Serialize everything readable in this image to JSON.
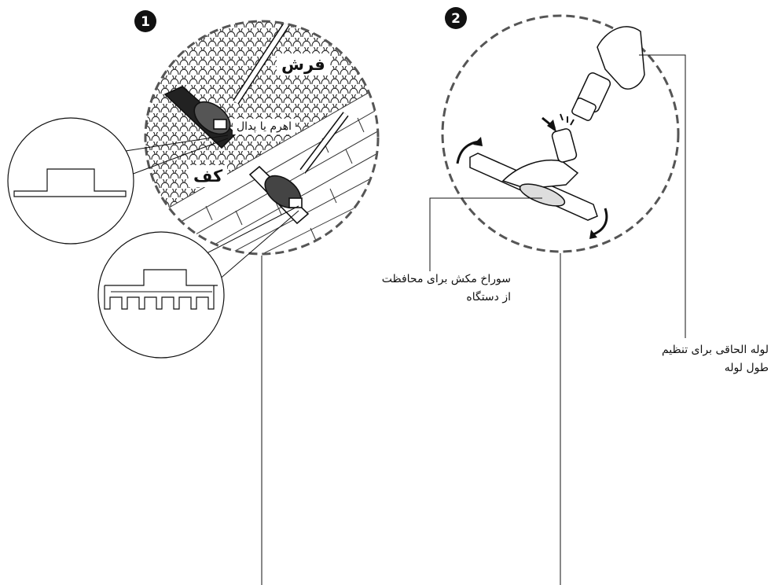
{
  "step1": {
    "number": "1",
    "labels": {
      "carpet": "فرش",
      "lever": "اهرم یا پدال",
      "floor": "کف"
    }
  },
  "step2": {
    "number": "2",
    "callouts": {
      "suction_hole_line1": "سوراخ مکش برای محافظت",
      "suction_hole_line2": "از دستگاه",
      "tube_line1": "لوله الحاقی برای تنظیم",
      "tube_line2": "طول لوله"
    }
  }
}
